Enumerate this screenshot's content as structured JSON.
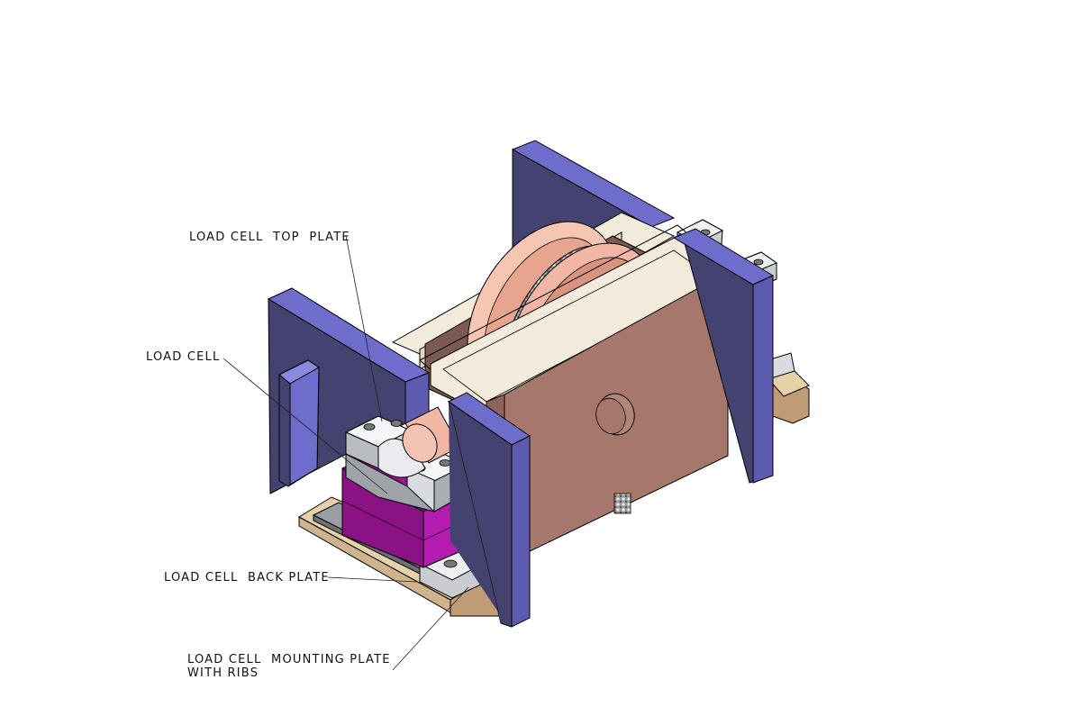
{
  "labels": {
    "top_plate": "LOAD CELL  TOP  PLATE",
    "load_cell": "LOAD CELL",
    "back_plate": "LOAD CELL  BACK PLATE",
    "mounting_plate_line1": "LOAD CELL  MOUNTING PLATE",
    "mounting_plate_line2": "WITH RIBS"
  },
  "colors": {
    "side_plate": "#44426e",
    "side_plate_edge": "#5c5bb0",
    "frame": "#f3ecdc",
    "housing": "#a6786c",
    "wheel": "#f1b7a4",
    "load_cell": "#9a1694",
    "top_plate": "#c8ccd0",
    "base": "#e6d1a8",
    "rib": "#bf9c76"
  }
}
